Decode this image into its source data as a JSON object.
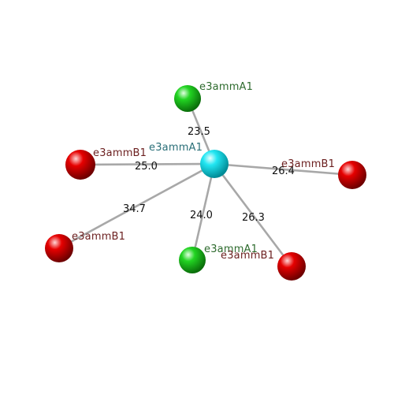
{
  "colors": {
    "center_sphere": "#00d8e8",
    "green_sphere": "#1ec81e",
    "red_sphere": "#dd0000",
    "center_label": "#2a6f78",
    "green_label": "#2e6b2e",
    "red_label": "#6b1f1f",
    "bond": "#a8a8a8"
  },
  "center": {
    "label": "e3ammA1"
  },
  "neighbors": [
    {
      "id": "green-top",
      "label": "e3ammA1",
      "type": "green",
      "distance": "23.5"
    },
    {
      "id": "red-left",
      "label": "e3ammB1",
      "type": "red",
      "distance": "25.0"
    },
    {
      "id": "red-right",
      "label": "e3ammB1",
      "type": "red",
      "distance": "26.4"
    },
    {
      "id": "red-lower-left",
      "label": "e3ammB1",
      "type": "red",
      "distance": "34.7"
    },
    {
      "id": "green-bottom",
      "label": "e3ammA1",
      "type": "green",
      "distance": "24.0"
    },
    {
      "id": "red-bottom-right",
      "label": "e3ammB1",
      "type": "red",
      "distance": "26.3"
    }
  ]
}
